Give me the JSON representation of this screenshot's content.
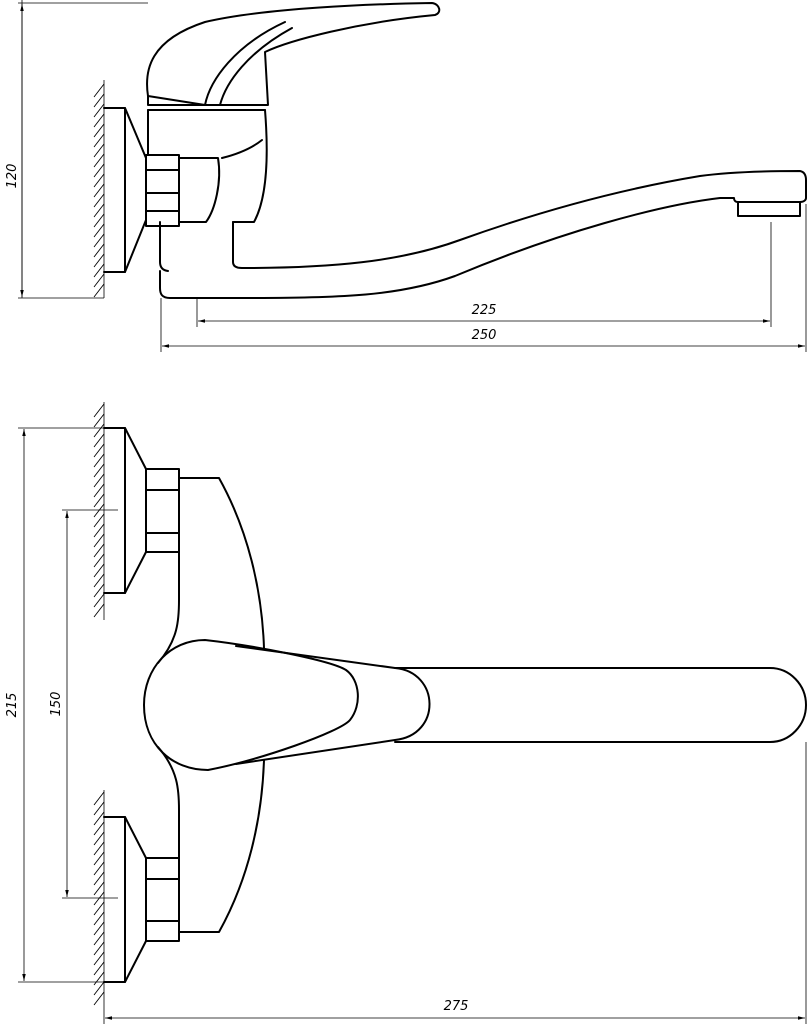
{
  "drawing": {
    "side_view": {
      "dim_height": "120",
      "dim_reach_225": "225",
      "dim_reach_250": "250"
    },
    "front_view": {
      "dim_total_height": "215",
      "dim_center_distance": "150",
      "dim_total_width": "275"
    }
  }
}
